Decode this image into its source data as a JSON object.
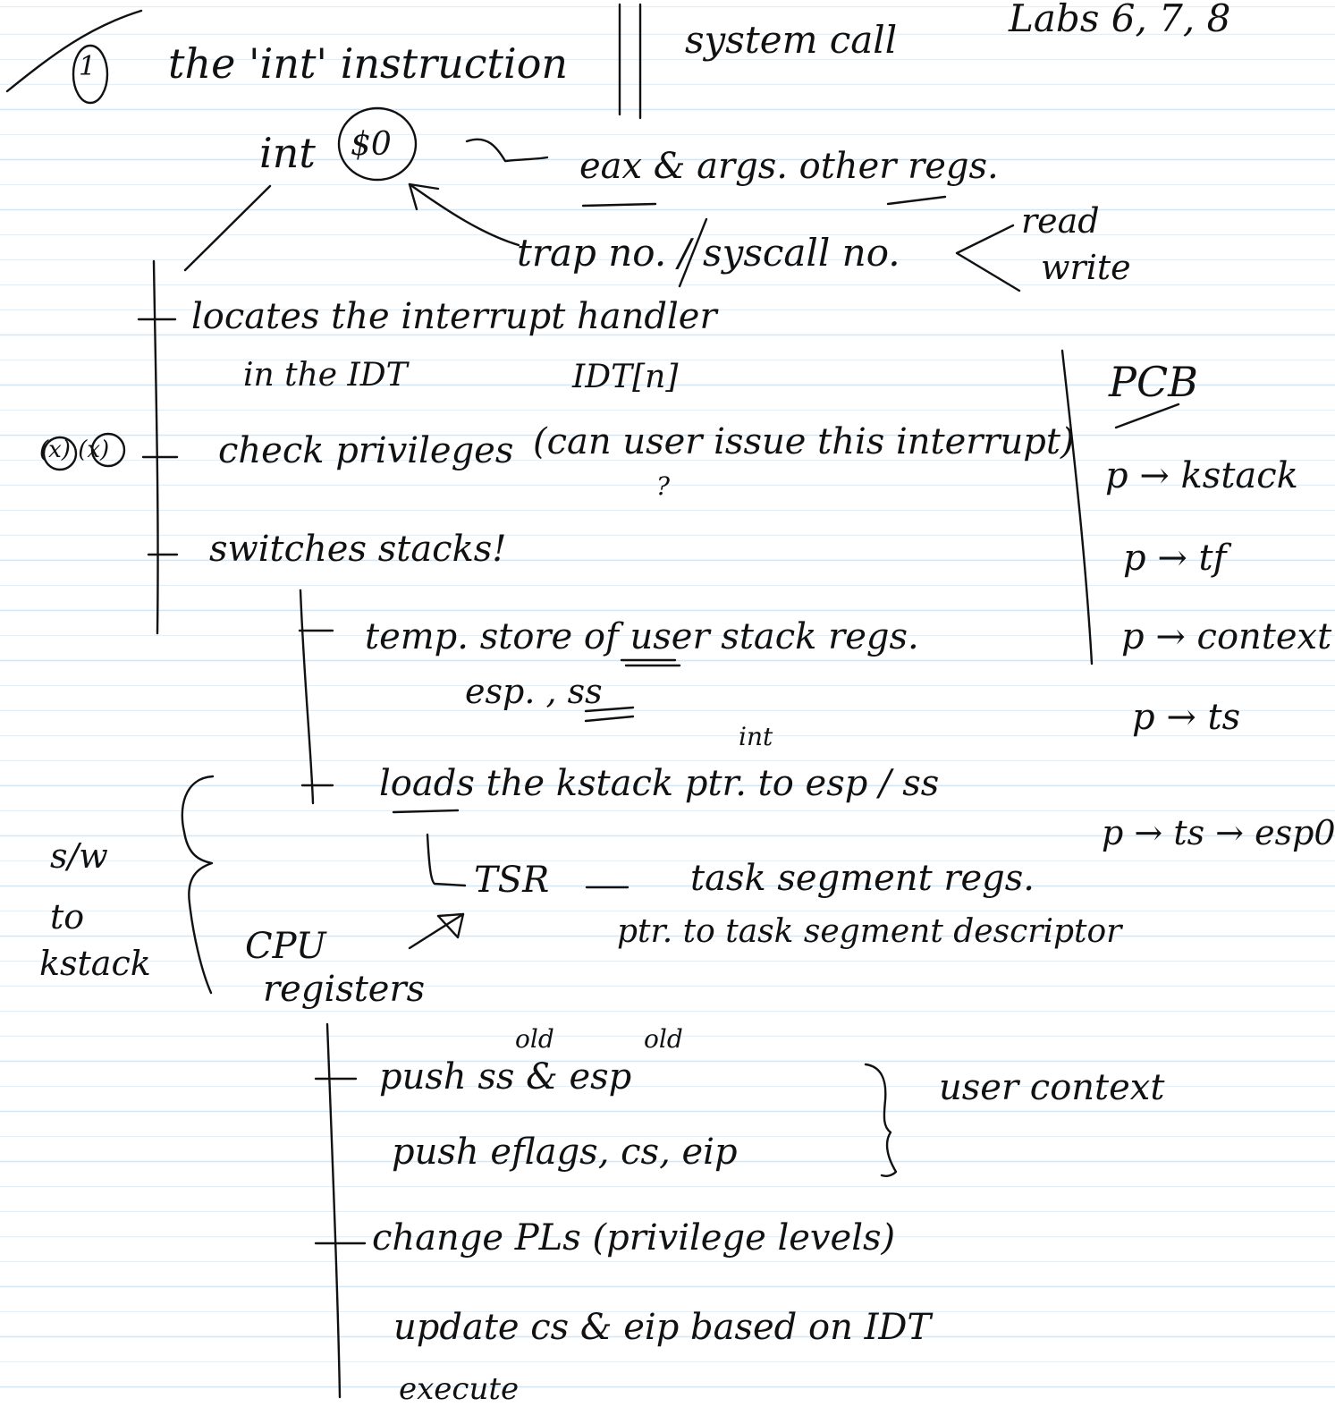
{
  "header": {
    "item_number": "1",
    "title": "the 'int' instruction",
    "side_label": "system call",
    "labs": "Labs 6, 7, 8"
  },
  "syntax": {
    "instr": "int",
    "operand": "$0",
    "args_note": "eax & args. other regs.",
    "trap_note": "trap no. / syscall no.",
    "rw_read": "read",
    "rw_write": "write"
  },
  "steps": [
    "locates the interrupt handler",
    "in the IDT",
    "IDT[n]",
    "check privileges",
    "(can user issue this interrupt)",
    "?",
    "switches stacks!"
  ],
  "substeps": {
    "temp_store": "temp. store of user stack regs.",
    "esp_ss": "esp. , ss",
    "int_note": "int",
    "loads": "loads the kstack ptr. to esp / ss",
    "tsr": "TSR",
    "tsr_dash": "—",
    "tsr_desc": "task segment regs.",
    "tsd": "ptr. to task segment descriptor"
  },
  "left_notes": {
    "marks": "(x) (x)",
    "sw": "s/w",
    "to": "to",
    "kstack": "kstack"
  },
  "cpu_registers": {
    "cpu": "CPU",
    "registers": "registers"
  },
  "push_steps": {
    "old1": "old",
    "old2": "old",
    "push1": "push ss & esp",
    "push2": "push eflags, cs, eip",
    "user_context": "user context",
    "change_pl": "change PLs (privilege levels)",
    "update": "update cs & eip based on IDT",
    "execute": "execute"
  },
  "pcb": {
    "title": "PCB",
    "items": [
      "p → kstack",
      "p → tf",
      "p → context",
      "p → ts",
      "p → ts → esp0"
    ]
  }
}
